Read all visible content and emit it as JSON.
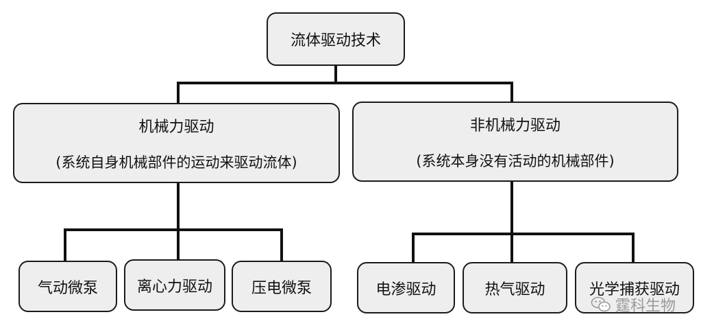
{
  "diagram": {
    "root": {
      "label": "流体驱动技术"
    },
    "mechanical": {
      "title": "机械力驱动",
      "description": "(系统自身机械部件的运动来驱动流体)",
      "children": [
        "气动微泵",
        "离心力驱动",
        "压电微泵"
      ]
    },
    "non_mechanical": {
      "title": "非机械力驱动",
      "description": "(系统本身没有活动的机械部件)",
      "children": [
        "电渗驱动",
        "热气驱动",
        "光学捕获驱动"
      ]
    }
  },
  "watermark": {
    "icon": "wechat-icon",
    "text": "霆科生物"
  },
  "colors": {
    "box_fill": "#eeeeee",
    "border": "#1a1a1a",
    "text": "#111111",
    "watermark": "#9a9a9a"
  }
}
